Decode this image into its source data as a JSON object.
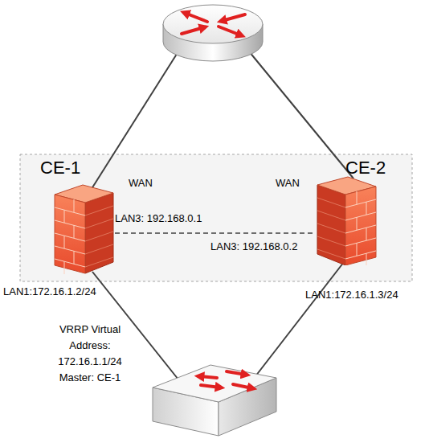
{
  "diagram": {
    "nodes": [
      {
        "text": [
          "CE-1"
        ]
      },
      {
        "text": [
          "CE-2"
        ]
      }
    ],
    "edges": [
      {
        "from": 0,
        "to": 1,
        "arrow": "none"
      }
    ],
    "labels": [
      "WAN",
      "WAN",
      "LAN3: 192.168.0.1",
      "LAN3: 192.168.0.2",
      "LAN1:172.16.1.2/24",
      "LAN1:172.16.1.3/24",
      "VRRP Virtual Address: 172.16.1.1/24 Master: CE-1"
    ]
  }
}
